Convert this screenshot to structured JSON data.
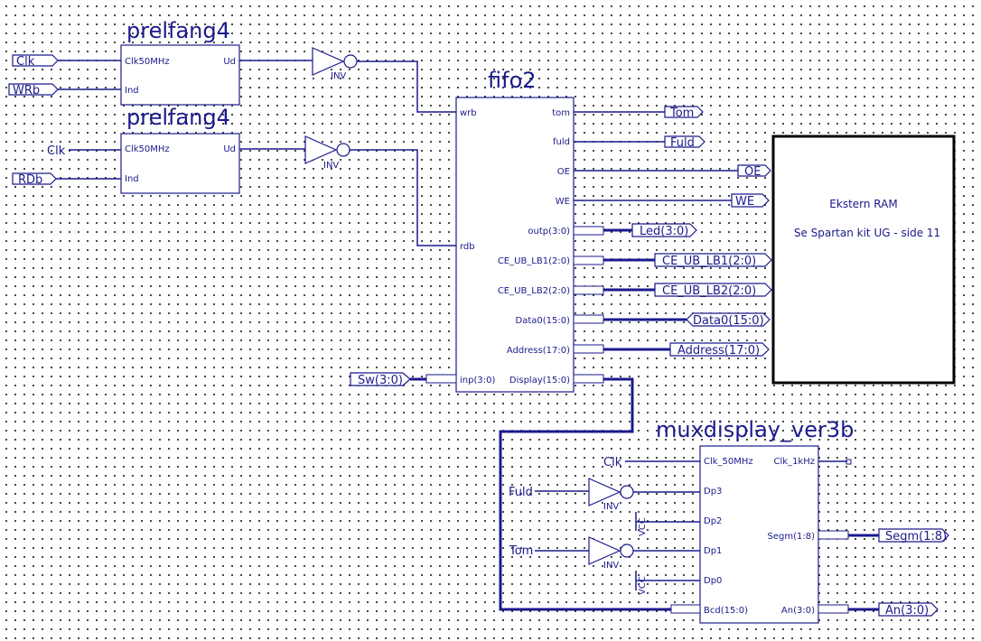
{
  "blocks": {
    "prelfang_top": {
      "title": "prelfang4",
      "pins": {
        "clk": "Clk50MHz",
        "ind": "Ind",
        "ud": "Ud"
      }
    },
    "prelfang_bottom": {
      "title": "prelfang4",
      "pins": {
        "clk": "Clk50MHz",
        "ind": "Ind",
        "ud": "Ud"
      }
    },
    "fifo": {
      "title": "fifo2",
      "left_pins": {
        "wrb": "wrb",
        "rdb": "rdb",
        "inp": "inp(3:0)"
      },
      "right_pins": [
        "tom",
        "fuld",
        "OE",
        "WE",
        "outp(3:0)",
        "CE_UB_LB1(2:0)",
        "CE_UB_LB2(2:0)",
        "Data0(15:0)",
        "Address(17:0)",
        "Display(15:0)"
      ]
    },
    "mux": {
      "title": "muxdisplay_ver3b",
      "left_pins": [
        "Clk_50MHz",
        "Dp3",
        "Dp2",
        "Dp1",
        "Dp0",
        "Bcd(15:0)"
      ],
      "right_pins": {
        "clk1k": "Clk_1kHz",
        "segm": "Segm(1:8)",
        "an": "An(3:0)"
      }
    },
    "ram": {
      "line1": "Ekstern RAM",
      "line2": "Se Spartan kit UG - side 11"
    }
  },
  "gates": {
    "inv_label": "INV",
    "vcc_label": "VCC"
  },
  "ports": {
    "clk_in_top": "Clk",
    "wrb_in": "WRb",
    "clk_in_mid": "Clk",
    "rdb_in": "RDb",
    "sw_in": "Sw(3:0)",
    "tom_out": "Tom",
    "fuld_out": "Fuld",
    "oe_out": "OE",
    "we_out": "WE",
    "led_out": "Led(3:0)",
    "ce1_out": "CE_UB_LB1(2:0)",
    "ce2_out": "CE_UB_LB2(2:0)",
    "data_out": "Data0(15:0)",
    "addr_out": "Address(17:0)",
    "clk_in_mux": "Clk",
    "fuld_in": "Fuld",
    "tom_in": "Tom",
    "segm_out": "Segm(1:8)",
    "an_out": "An(3:0)"
  }
}
